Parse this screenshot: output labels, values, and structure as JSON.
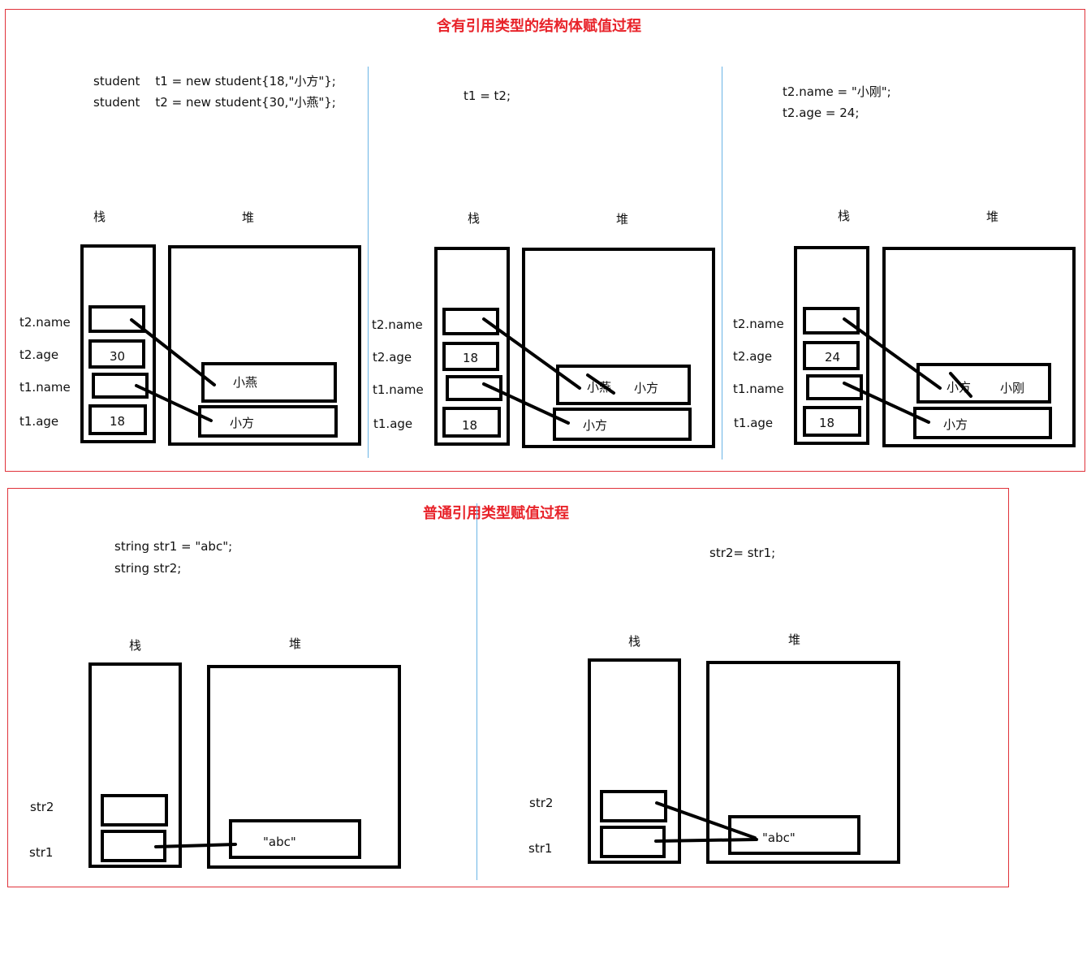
{
  "top": {
    "title": "含有引用类型的结构体赋值过程",
    "panels": [
      {
        "code": [
          "student    t1 = new student{18,\"小方\"};",
          "student    t2 = new student{30,\"小燕\"};"
        ],
        "stack_label": "栈",
        "heap_label": "堆",
        "row_labels": [
          "t2.name",
          "t2.age",
          "t1.name",
          "t1.age"
        ],
        "t2_age": "30",
        "t1_age": "18",
        "heap_values": [
          "小燕",
          "小方"
        ]
      },
      {
        "code": [
          "t1 = t2;"
        ],
        "stack_label": "栈",
        "heap_label": "堆",
        "row_labels": [
          "t2.name",
          "t2.age",
          "t1.name",
          "t1.age"
        ],
        "t2_age": "18",
        "t1_age": "18",
        "heap_values": [
          "小燕",
          "小方",
          "小方"
        ]
      },
      {
        "code": [
          "t2.name = \"小刚\";",
          "t2.age = 24;"
        ],
        "stack_label": "栈",
        "heap_label": "堆",
        "row_labels": [
          "t2.name",
          "t2.age",
          "t1.name",
          "t1.age"
        ],
        "t2_age": "24",
        "t1_age": "18",
        "heap_values": [
          "小方",
          "小刚",
          "小方"
        ]
      }
    ]
  },
  "bottom": {
    "title": "普通引用类型赋值过程",
    "panels": [
      {
        "code": [
          "string str1 = \"abc\";",
          "string str2;"
        ],
        "stack_label": "栈",
        "heap_label": "堆",
        "row_labels": [
          "str2",
          "str1"
        ],
        "heap_value": "\"abc\""
      },
      {
        "code": [
          "str2= str1;"
        ],
        "stack_label": "栈",
        "heap_label": "堆",
        "row_labels": [
          "str2",
          "str1"
        ],
        "heap_value": "\"abc\""
      }
    ]
  }
}
